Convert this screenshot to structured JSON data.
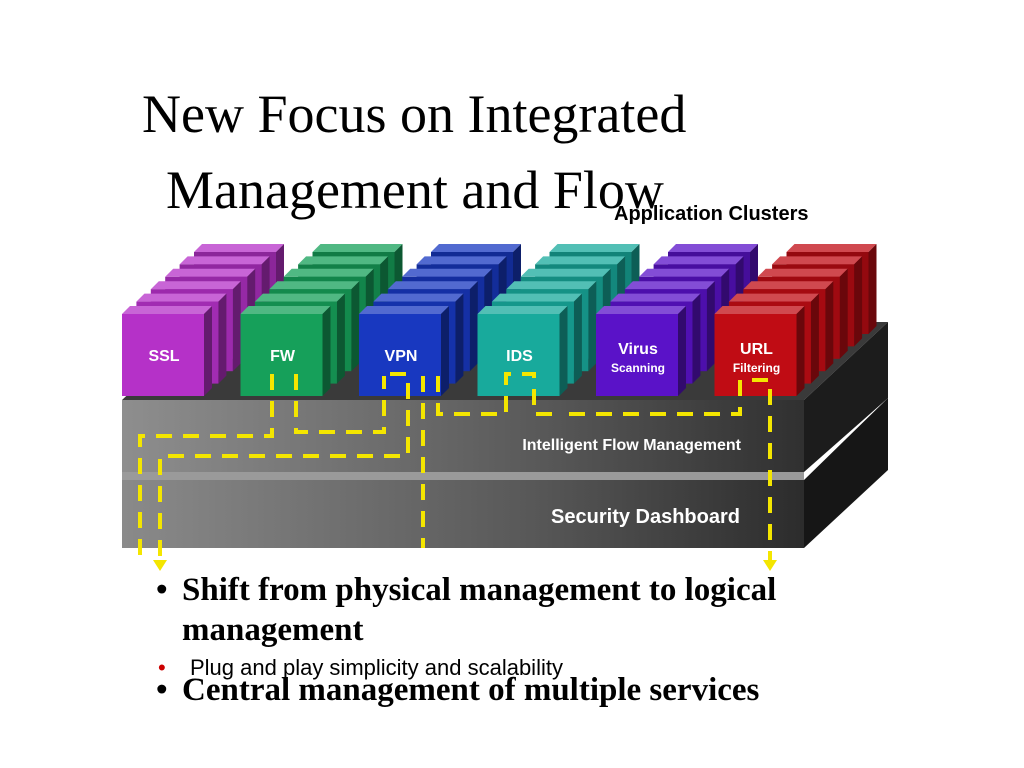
{
  "title": {
    "line1": "New Focus on Integrated",
    "line2": "Management and Flow"
  },
  "diagram": {
    "clusters_label": "Application Clusters",
    "clusters": [
      {
        "name": "SSL",
        "sub": "",
        "color": "#b531c8"
      },
      {
        "name": "FW",
        "sub": "",
        "color": "#16a05a"
      },
      {
        "name": "VPN",
        "sub": "",
        "color": "#1838c0"
      },
      {
        "name": "IDS",
        "sub": "",
        "color": "#18aa9c"
      },
      {
        "name": "Virus",
        "sub": "Scanning",
        "color": "#5a12c8"
      },
      {
        "name": "URL",
        "sub": "Filtering",
        "color": "#c00c14"
      }
    ],
    "layer_flow": "Intelligent Flow Management",
    "layer_dashboard": "Security Dashboard",
    "connector_color": "#f4e600"
  },
  "bullets": [
    {
      "symbol": "•",
      "text": "Shift from physical management to logical management"
    },
    {
      "symbol": "•",
      "text": "Central management of multiple services"
    }
  ],
  "sub_bullet": {
    "symbol": "•",
    "text": "Plug and play simplicity and scalability"
  }
}
